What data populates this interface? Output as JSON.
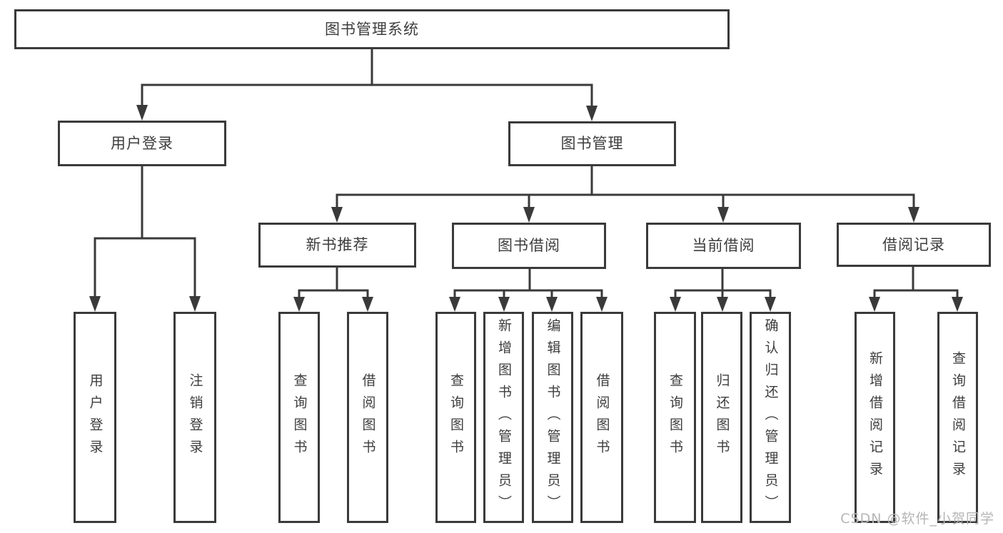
{
  "diagram": {
    "root": "图书管理系统",
    "level2": [
      "用户登录",
      "图书管理"
    ],
    "level3": [
      "新书推荐",
      "图书借阅",
      "当前借阅",
      "借阅记录"
    ],
    "leaves": [
      "用户登录",
      "注销登录",
      "查询图书",
      "借阅图书",
      "查询图书",
      "新增图书（管理员）",
      "编辑图书（管理员）",
      "借阅图书",
      "查询图书",
      "归还图书",
      "确认归还（管理员）",
      "新增借阅记录",
      "查询借阅记录"
    ]
  },
  "watermark": "CSDN @软件_小贺同学",
  "colors": {
    "line": "#3a3a3a",
    "text": "#3d3d3d",
    "background": "#ffffff",
    "watermark": "#b5b5b5"
  }
}
